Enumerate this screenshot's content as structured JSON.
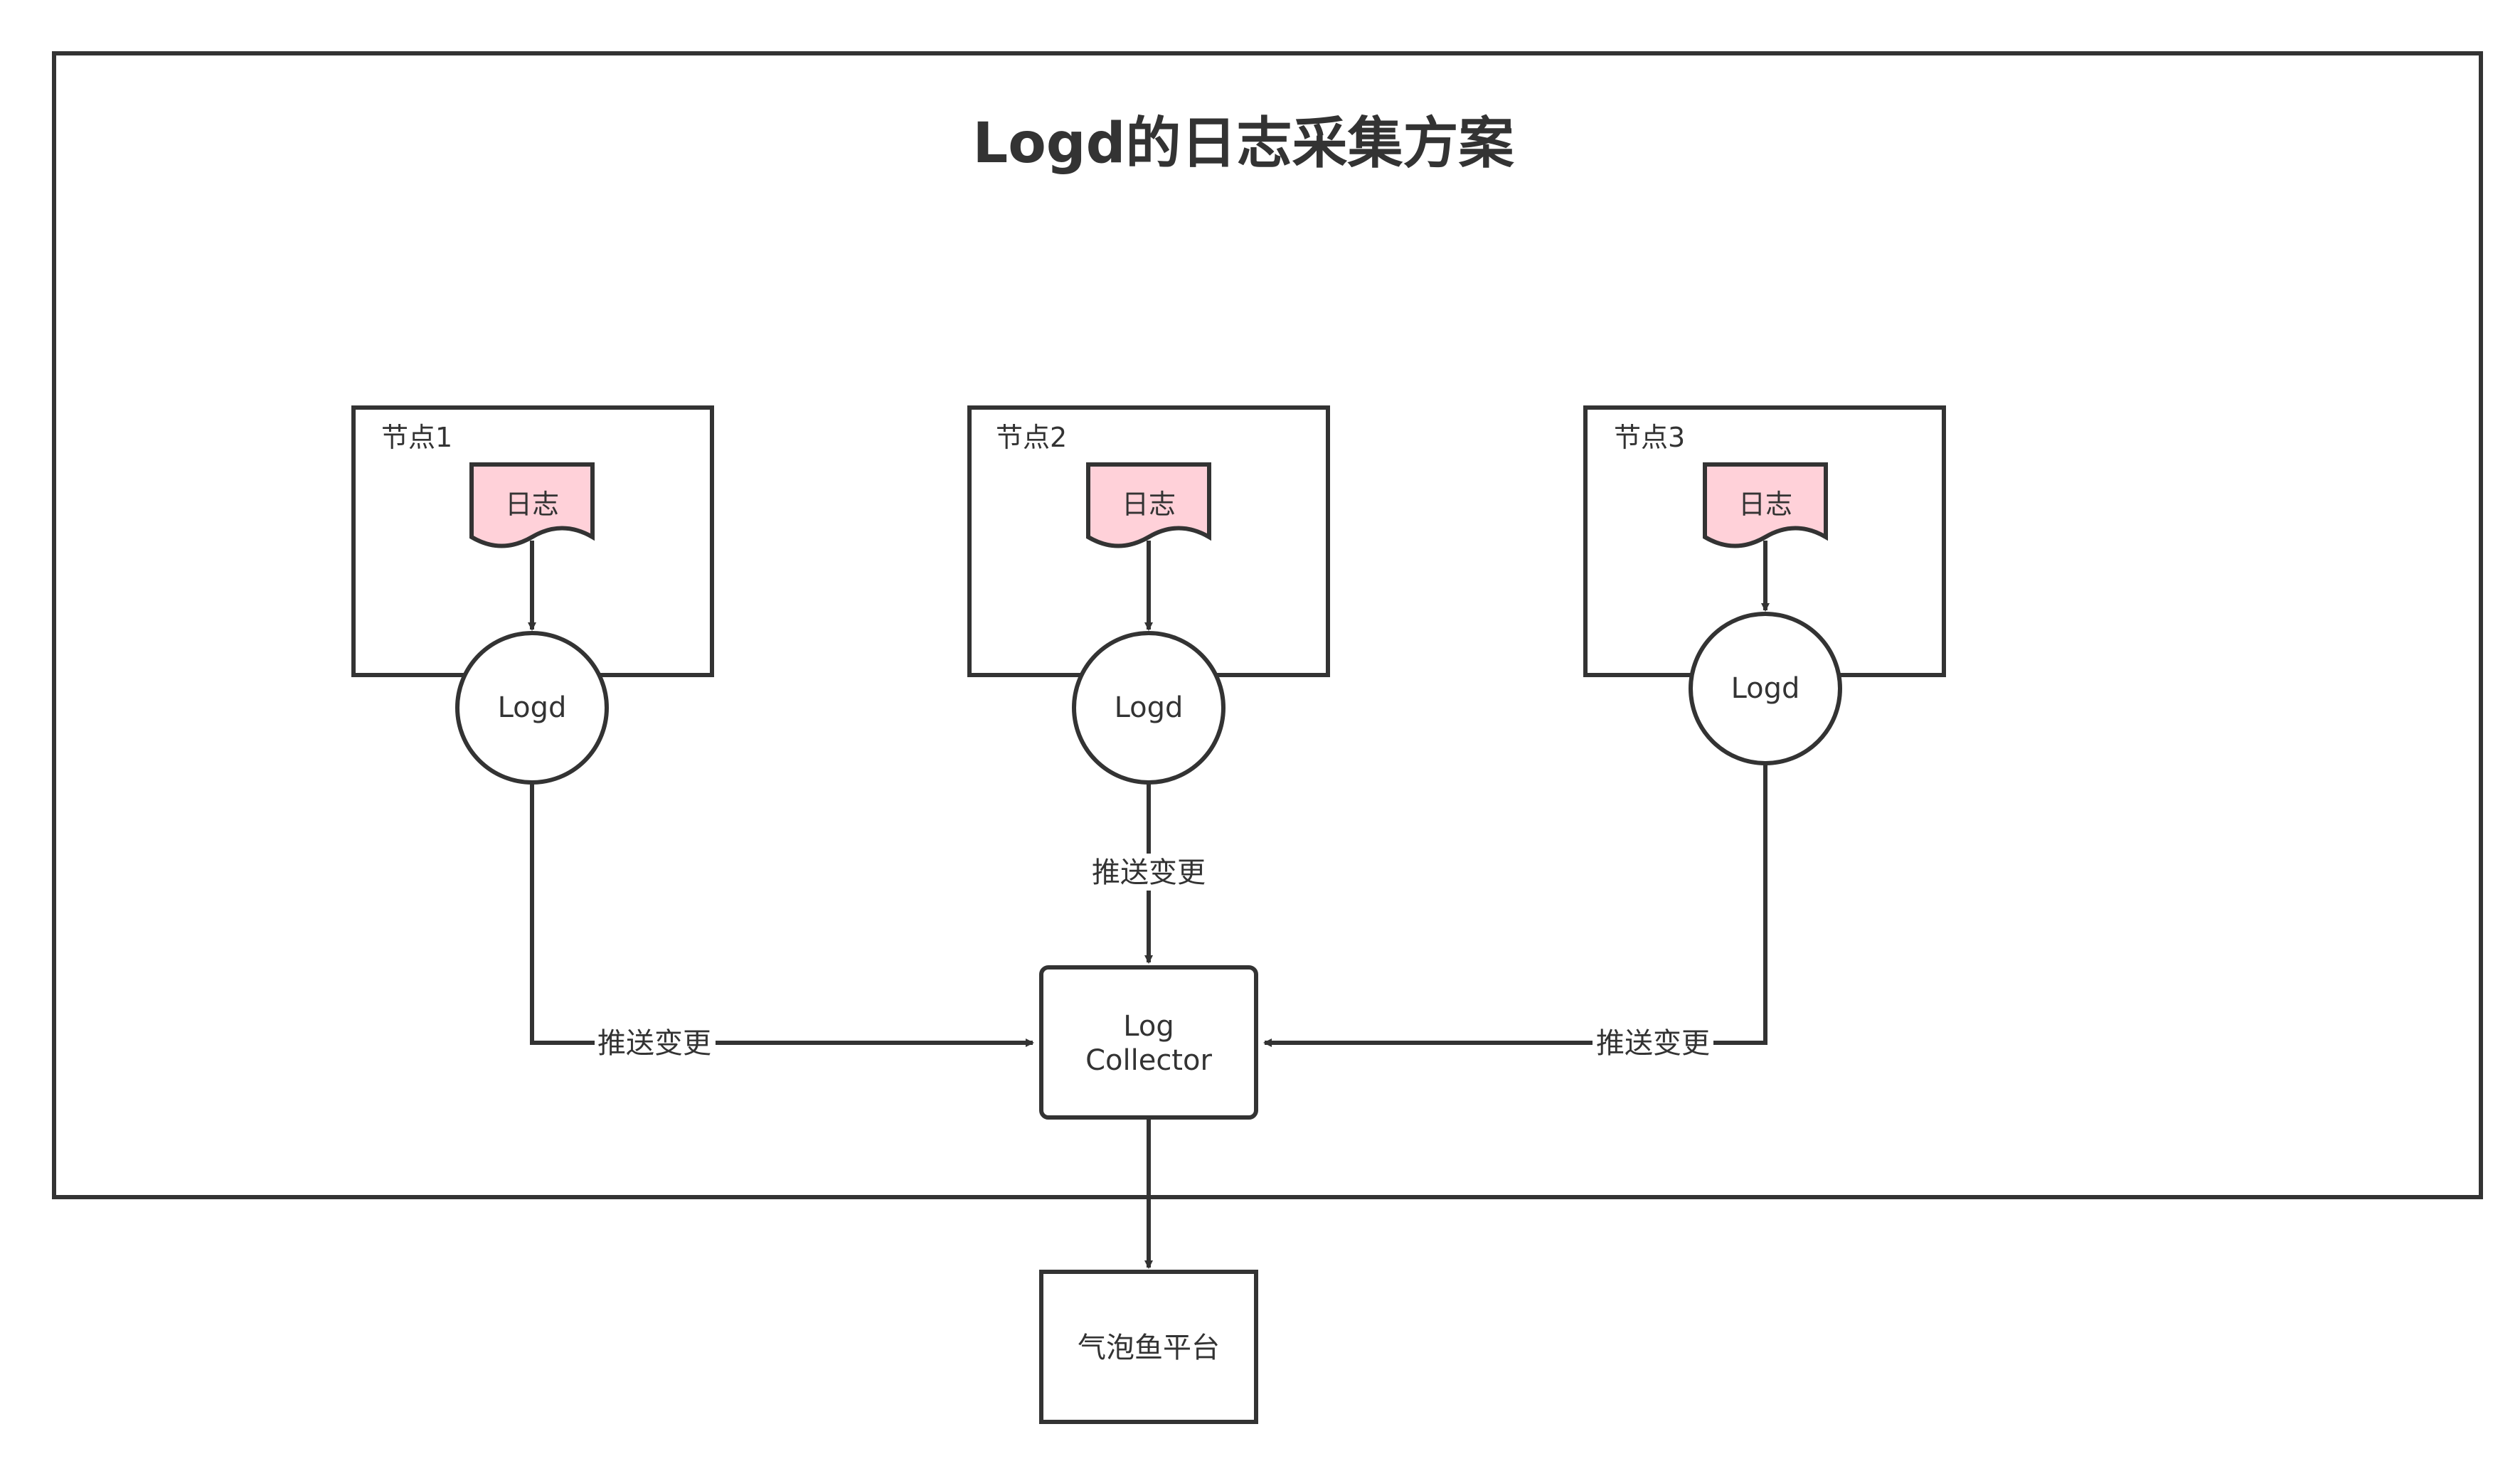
{
  "title": "Logd的日志采集方案",
  "nodes": [
    {
      "label": "节点1",
      "doc": "日志",
      "agent": "Logd"
    },
    {
      "label": "节点2",
      "doc": "日志",
      "agent": "Logd"
    },
    {
      "label": "节点3",
      "doc": "日志",
      "agent": "Logd"
    }
  ],
  "collector": {
    "line1": "Log",
    "line2": "Collector"
  },
  "platform": "气泡鱼平台",
  "edges": {
    "left": "推送变更",
    "middle": "推送变更",
    "right": "推送变更"
  },
  "colors": {
    "stroke": "#333333",
    "doc_fill": "#ffd1d9",
    "background": "#ffffff"
  }
}
